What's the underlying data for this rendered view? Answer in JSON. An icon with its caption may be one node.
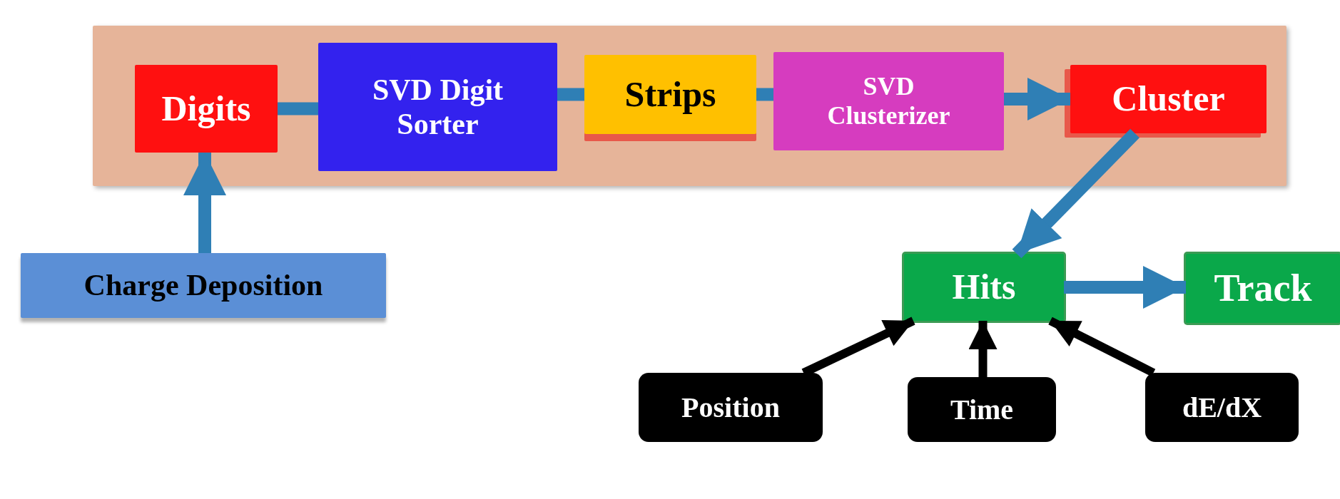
{
  "diagram": {
    "nodes": [
      {
        "text": [],
        "shape": "box"
      },
      {
        "text": [
          "Digits"
        ],
        "in": 0
      },
      {
        "text": [
          "SVD Digit Sorter"
        ],
        "in": 0
      },
      {
        "text": [
          "Strips"
        ],
        "in": 0
      },
      {
        "text": [
          "SVD Clusterizer"
        ],
        "in": 0
      },
      {
        "text": [
          "Cluster"
        ],
        "in": 0
      },
      {
        "text": [
          "Charge Deposition"
        ]
      },
      {
        "text": [
          "Hits"
        ]
      },
      {
        "text": [
          "Track"
        ]
      },
      {
        "text": [
          "Position"
        ]
      },
      {
        "text": [
          "Time"
        ]
      },
      {
        "text": [
          "dE/dX"
        ]
      }
    ],
    "edges": [
      {
        "from": 1,
        "to": 2,
        "arrow": "none"
      },
      {
        "from": 2,
        "to": 3,
        "arrow": "none"
      },
      {
        "from": 3,
        "to": 4,
        "arrow": "none"
      },
      {
        "from": 4,
        "to": 5,
        "arrow": "to"
      },
      {
        "from": 6,
        "to": 1,
        "arrow": "to"
      },
      {
        "from": 5,
        "to": 7,
        "arrow": "to"
      },
      {
        "from": 7,
        "to": 8,
        "arrow": "to"
      },
      {
        "from": 9,
        "to": 7,
        "arrow": "to",
        "color": "#000000"
      },
      {
        "from": 10,
        "to": 7,
        "arrow": "to",
        "color": "#000000"
      },
      {
        "from": 11,
        "to": 7,
        "arrow": "to",
        "color": "#000000"
      }
    ]
  }
}
